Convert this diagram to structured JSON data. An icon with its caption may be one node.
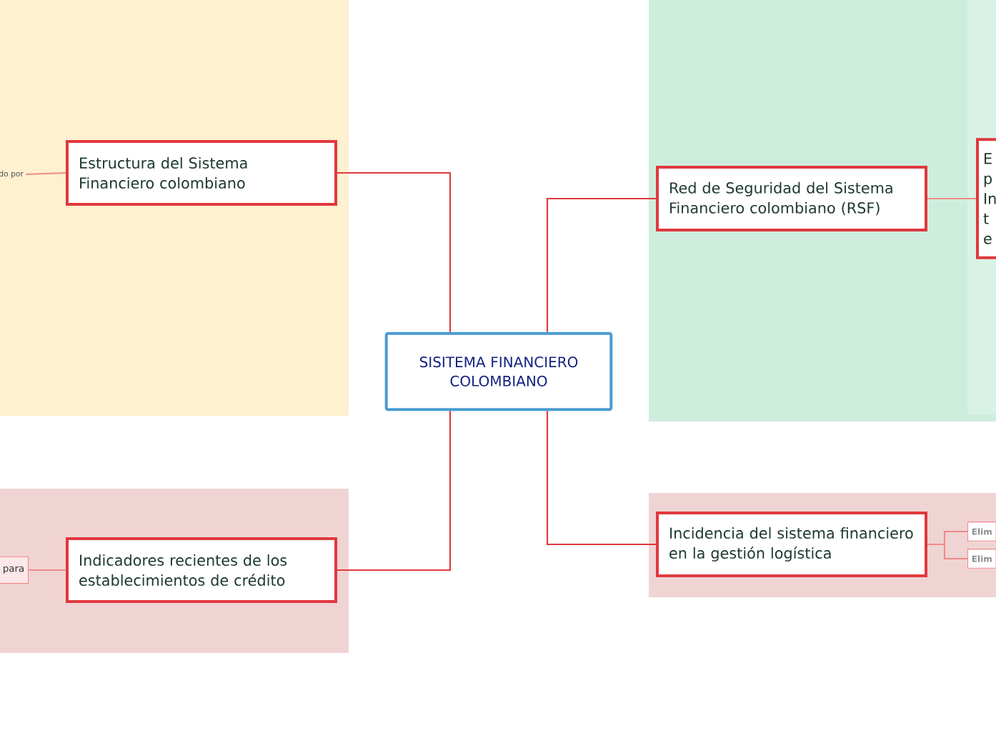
{
  "diagram": {
    "nodes": [
      {
        "text": [
          "SISITEMA FINANCIERO COLOMBIANO"
        ]
      },
      {
        "text": [
          "Estructura del Sistema Financiero colombiano"
        ]
      },
      {
        "text": [
          "do por"
        ]
      },
      {
        "text": [
          "Red de Seguridad del Sistema Financiero colombiano (RSF)"
        ]
      },
      {
        "text": [
          "E p In t e"
        ]
      },
      {
        "text": [
          "Indicadores recientes de los establecimientos de crédito"
        ]
      },
      {
        "text": [
          "para"
        ]
      },
      {
        "text": [
          "Incidencia del sistema financiero en la gestión logística"
        ]
      },
      {
        "text": [
          "Elim"
        ]
      },
      {
        "text": [
          "Elim"
        ]
      }
    ],
    "edges": [
      {
        "from": 0,
        "to": 1,
        "arrow": "none"
      },
      {
        "from": 0,
        "to": 3,
        "arrow": "none"
      },
      {
        "from": 0,
        "to": 5,
        "arrow": "none"
      },
      {
        "from": 0,
        "to": 7,
        "arrow": "none"
      },
      {
        "from": 1,
        "to": 2,
        "arrow": "none",
        "color": "#f08a8a"
      },
      {
        "from": 3,
        "to": 4,
        "arrow": "none",
        "color": "#f08a8a"
      },
      {
        "from": 5,
        "to": 6,
        "arrow": "none",
        "color": "#f08a8a"
      },
      {
        "from": 7,
        "to": 8,
        "arrow": "none",
        "color": "#f08a8a"
      },
      {
        "from": 7,
        "to": 9,
        "arrow": "none",
        "color": "#f08a8a"
      }
    ]
  }
}
